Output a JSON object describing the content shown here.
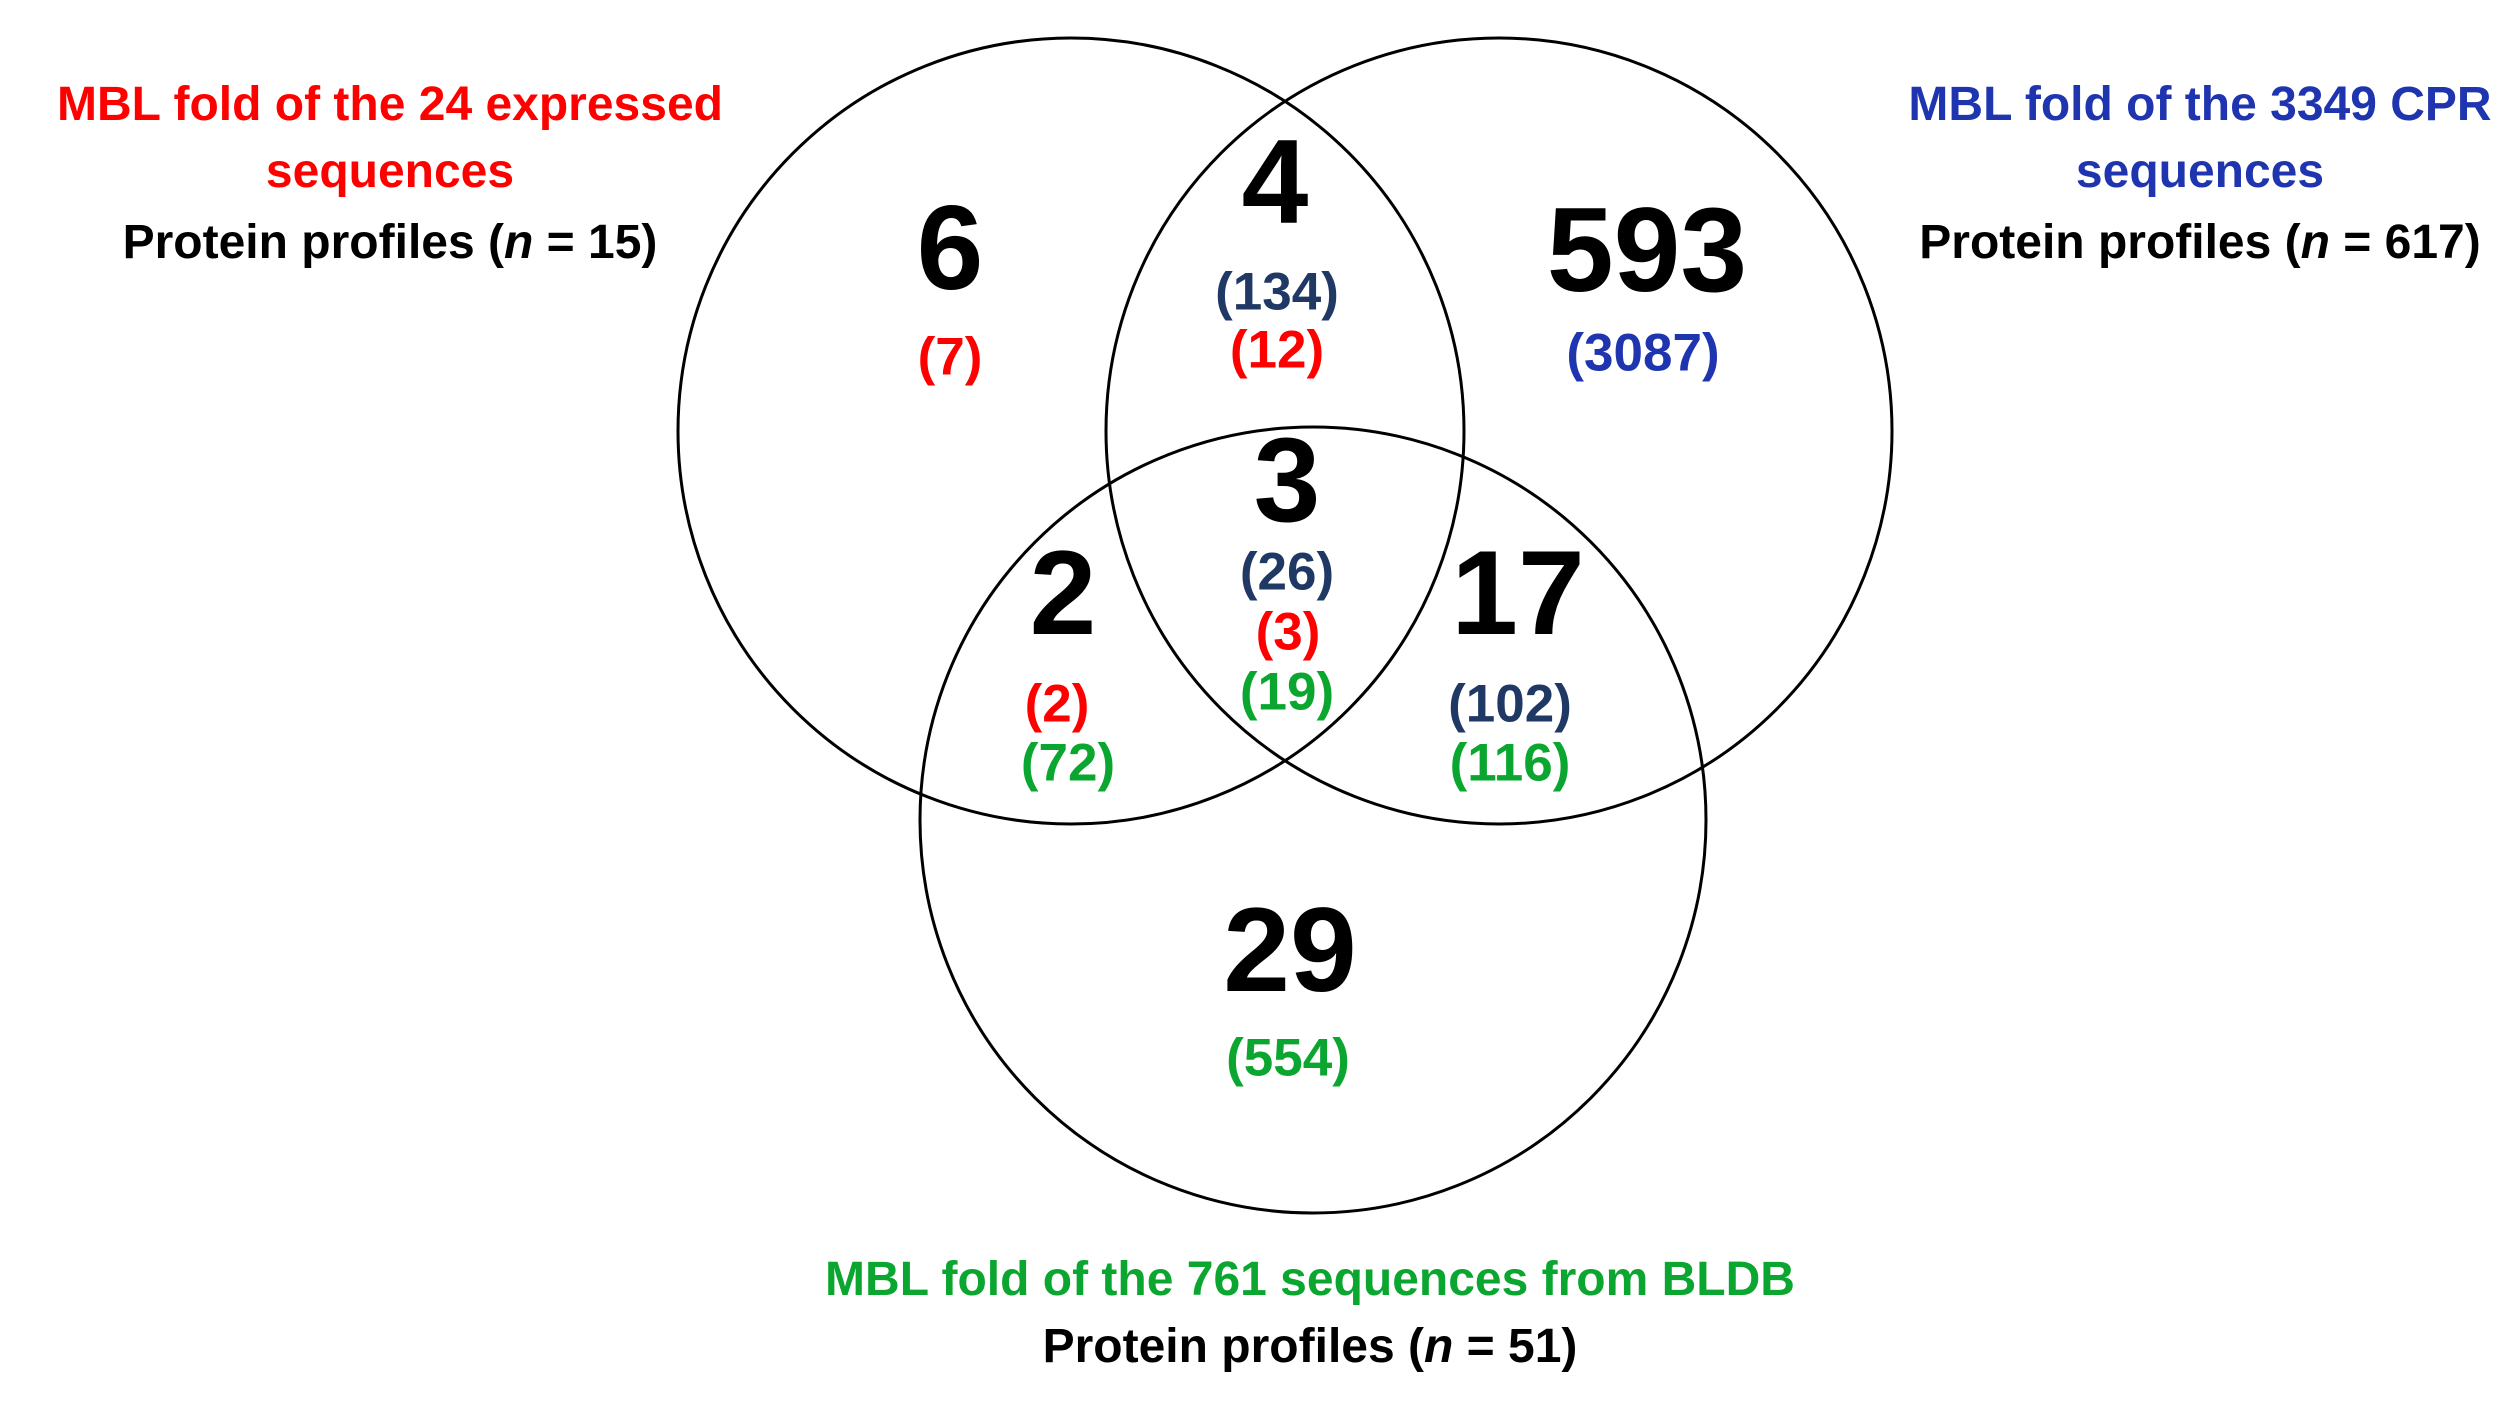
{
  "figure": {
    "type": "three-set venn diagram",
    "background": "#FFFFFF",
    "circle_stroke": "#000000"
  },
  "colors": {
    "red": "#FF0000",
    "navy": "#1F3864",
    "blue": "#1F35B0",
    "green": "#0BA62F",
    "black": "#000000"
  },
  "sets": [
    {
      "id": "expressed",
      "title_lines": [
        "MBL fold of the 24 expressed",
        "sequences"
      ],
      "title_color": "red",
      "profiles": {
        "prefix": "Protein profiles (",
        "n": "n",
        "suffix": " = 15)"
      }
    },
    {
      "id": "cpr",
      "title_lines": [
        "MBL fold of the 3349 CPR",
        "sequences"
      ],
      "title_color": "blue",
      "profiles": {
        "prefix": "Protein profiles (",
        "n": "n",
        "suffix": " = 617)"
      }
    },
    {
      "id": "bldb",
      "title_lines": [
        "MBL fold of the 761 sequences from BLDB"
      ],
      "title_color": "green",
      "profiles": {
        "prefix": "Protein profiles (",
        "n": "n",
        "suffix": " = 51)"
      }
    }
  ],
  "regions": {
    "expressed_only": {
      "profiles": "6",
      "counts": [
        {
          "text": "(7)",
          "color": "red"
        }
      ]
    },
    "expressed_cpr": {
      "profiles": "4",
      "counts": [
        {
          "text": "(134)",
          "color": "navy"
        },
        {
          "text": "(12)",
          "color": "red"
        }
      ]
    },
    "cpr_only": {
      "profiles": "593",
      "counts": [
        {
          "text": "(3087)",
          "color": "blue"
        }
      ]
    },
    "all_three": {
      "profiles": "3",
      "counts": [
        {
          "text": "(26)",
          "color": "navy"
        },
        {
          "text": "(3)",
          "color": "red"
        },
        {
          "text": "(19)",
          "color": "green"
        }
      ]
    },
    "expressed_bldb": {
      "profiles": "2",
      "counts": [
        {
          "text": "(2)",
          "color": "red"
        },
        {
          "text": "(72)",
          "color": "green"
        }
      ]
    },
    "cpr_bldb": {
      "profiles": "17",
      "counts": [
        {
          "text": "(102)",
          "color": "navy"
        },
        {
          "text": "(116)",
          "color": "green"
        }
      ]
    },
    "bldb_only": {
      "profiles": "29",
      "counts": [
        {
          "text": "(554)",
          "color": "green"
        }
      ]
    }
  }
}
